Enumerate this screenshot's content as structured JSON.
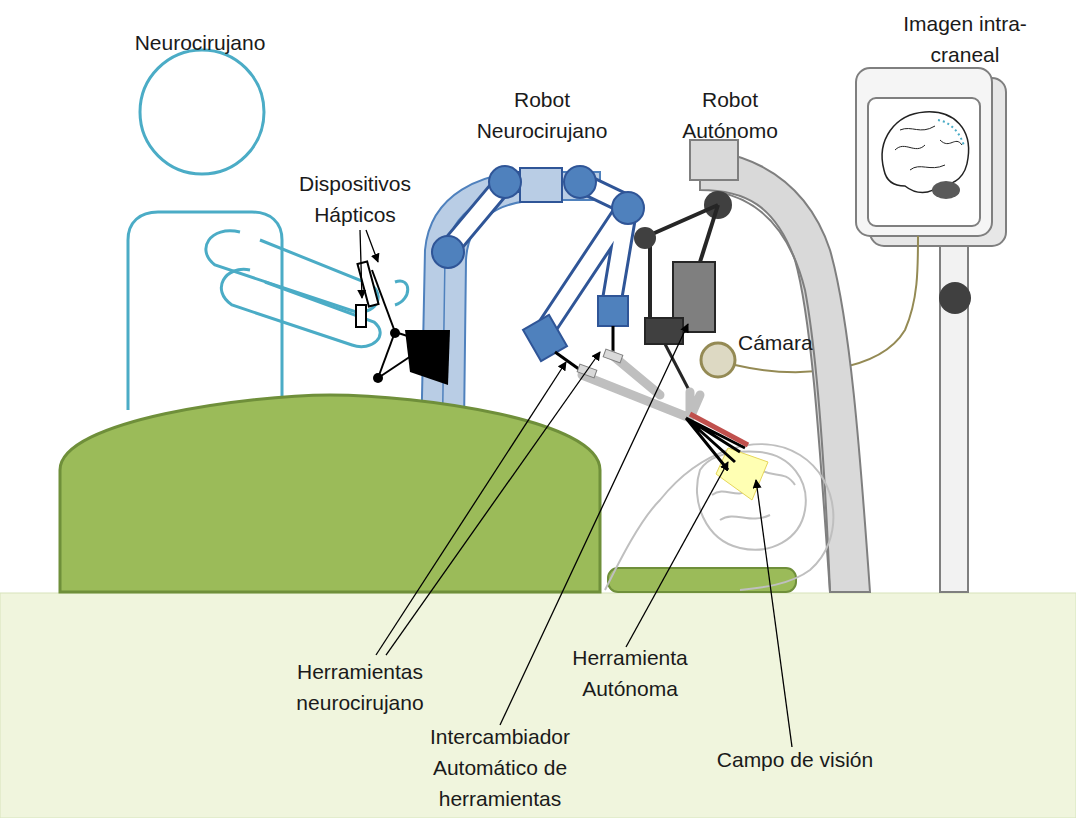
{
  "diagram": {
    "labels": [
      "Neurocirujano",
      "Imagen intra-craneal",
      "Robot Neurocirujano",
      "Robot Autónomo",
      "Dispositivos Hápticos",
      "Cámara",
      "Herramientas neurocirujano",
      "Herramienta Autónoma",
      "Intercambiador Automático de herramientas",
      "Campo de visión"
    ]
  }
}
